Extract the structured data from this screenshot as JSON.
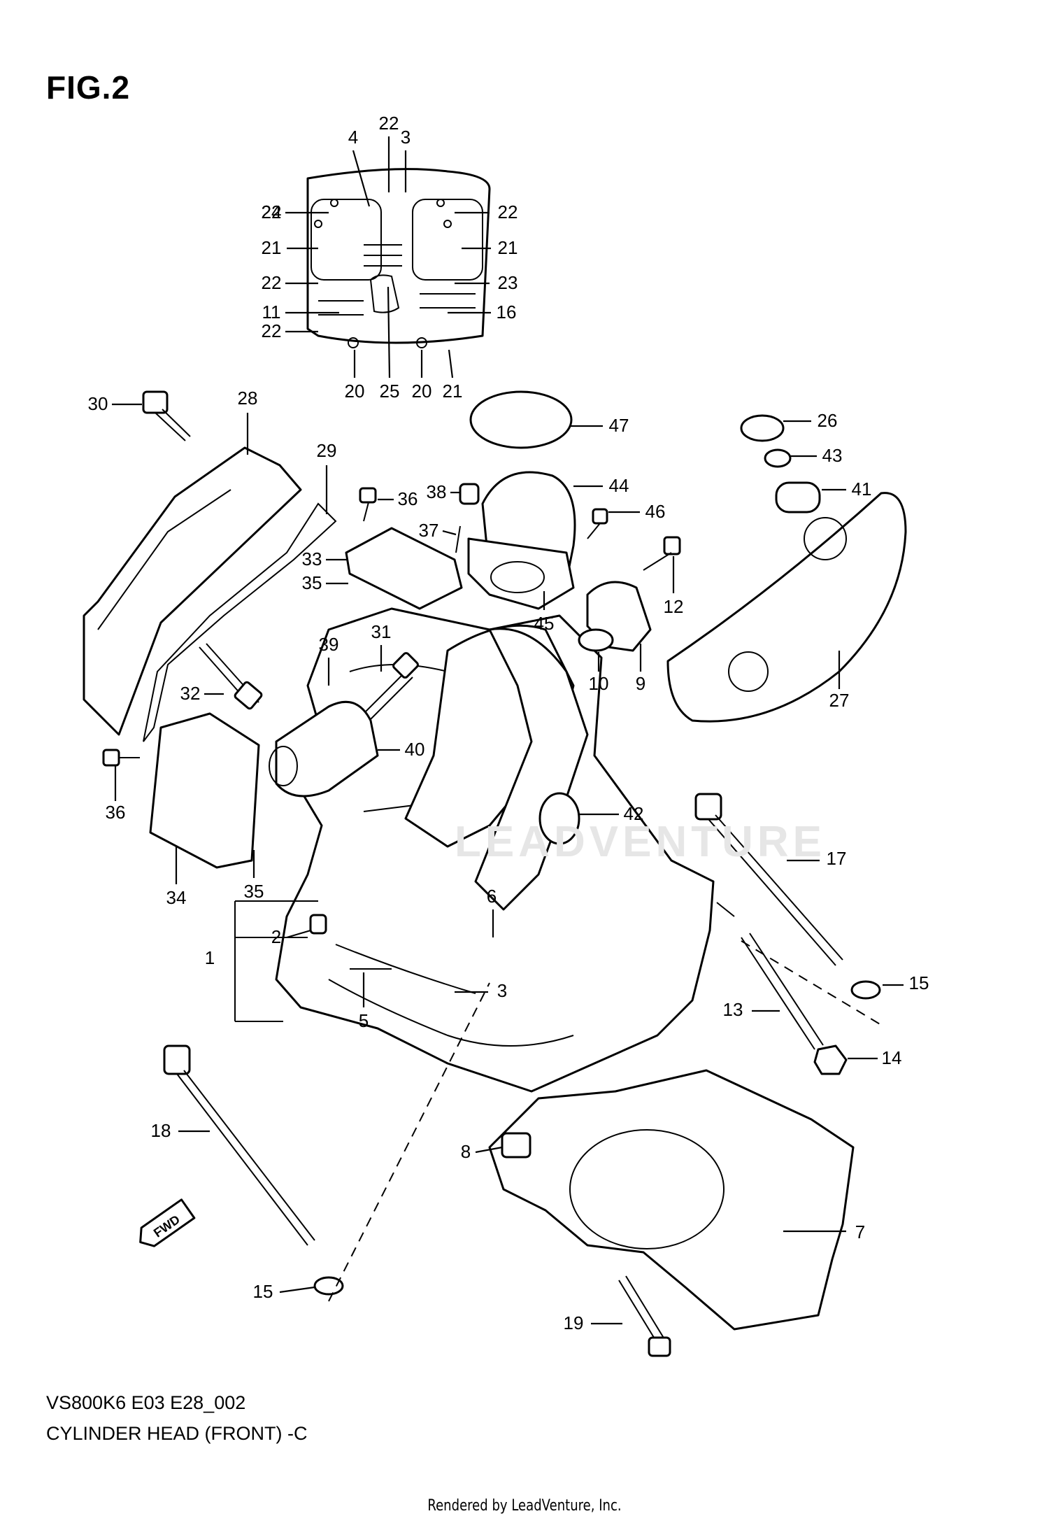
{
  "figure": {
    "title": "FIG.2",
    "model_code": "VS800K6 E03 E28_002",
    "name": "CYLINDER HEAD (FRONT) -C",
    "credit": "Rendered by LeadVenture, Inc.",
    "watermark": "LEADVENTURE",
    "direction_badge": "FWD"
  },
  "callouts": [
    "1",
    "2",
    "3",
    "3",
    "4",
    "5",
    "6",
    "7",
    "8",
    "9",
    "10",
    "11",
    "12",
    "13",
    "14",
    "15",
    "15",
    "16",
    "17",
    "18",
    "19",
    "20",
    "20",
    "21",
    "21",
    "21",
    "22",
    "22",
    "22",
    "22",
    "22",
    "23",
    "24",
    "25",
    "26",
    "27",
    "28",
    "29",
    "30",
    "31",
    "32",
    "33",
    "34",
    "35",
    "35",
    "36",
    "36",
    "37",
    "38",
    "39",
    "40",
    "41",
    "42",
    "43",
    "44",
    "45",
    "46",
    "47"
  ]
}
